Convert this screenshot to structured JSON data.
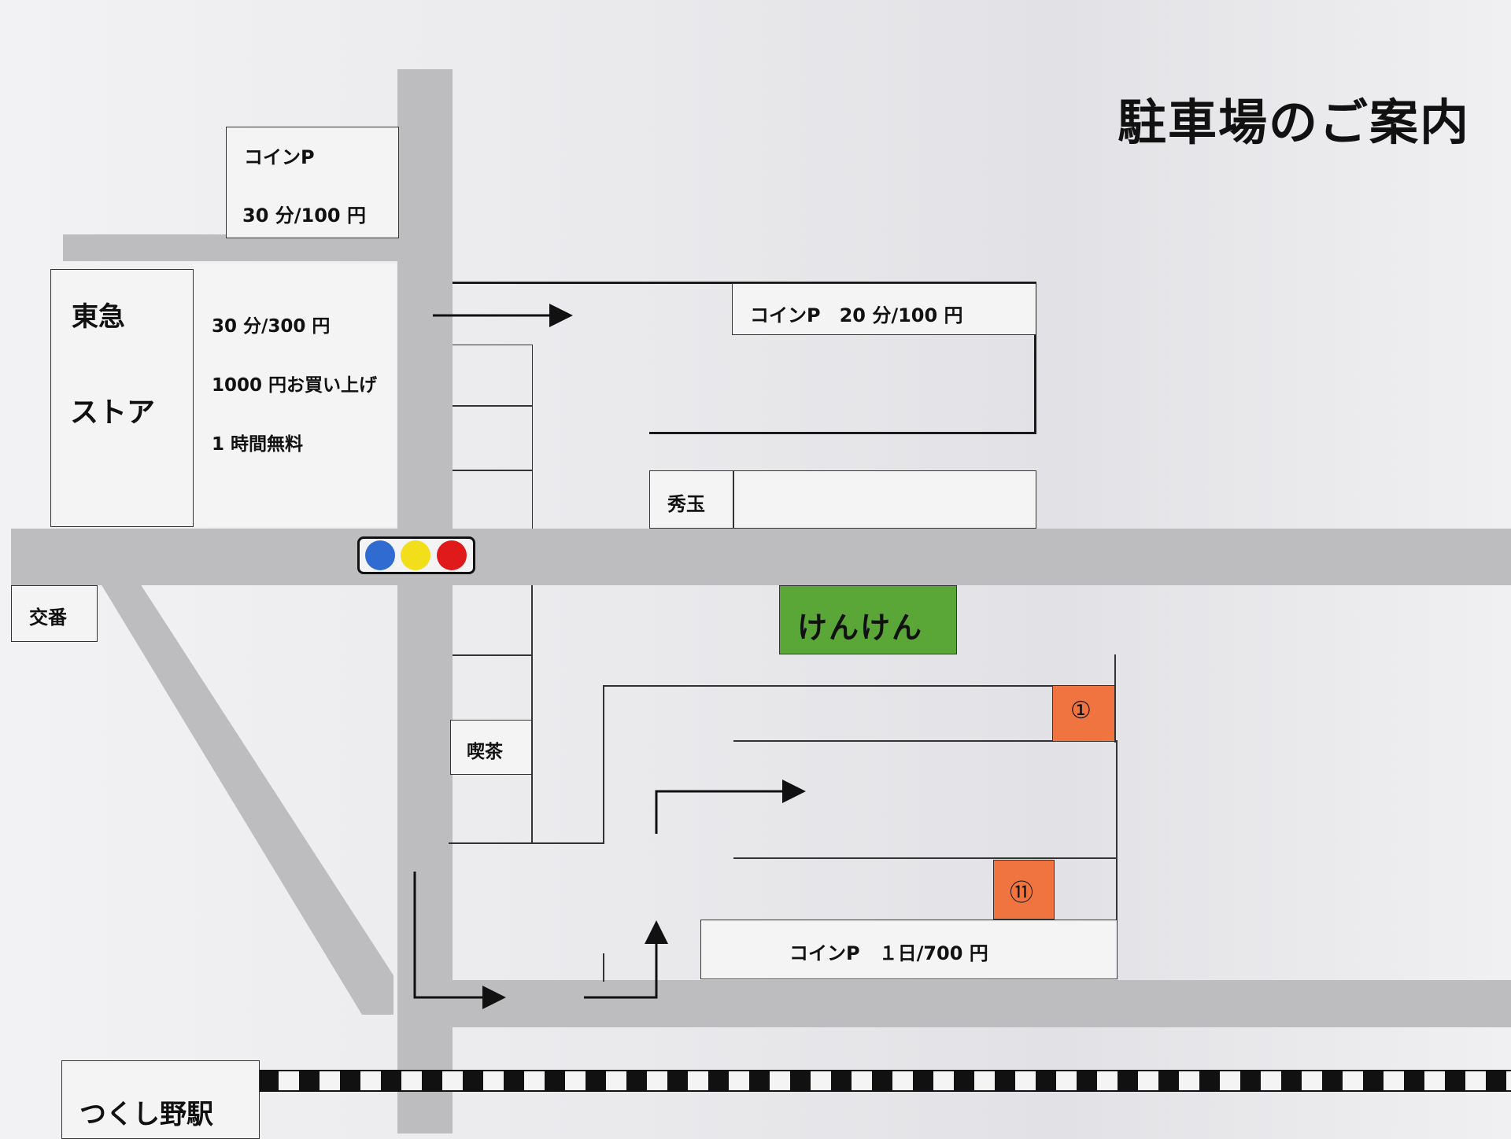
{
  "title": "駐車場のご案内",
  "coin_parking_top": {
    "name": "コインP",
    "rate": "30 分/100 円"
  },
  "tokyu_store": {
    "name_line1": "東急",
    "name_line2": "ストア"
  },
  "tokyu_note": {
    "line1": "30 分/300 円",
    "line2": "1000 円お買い上げ",
    "line3": "1 時間無料"
  },
  "coin_parking_right": {
    "label": "コインP　20 分/100 円"
  },
  "shugyoku": "秀玉",
  "koban": "交番",
  "kenken": "けんけん",
  "kissa": "喫茶",
  "parking_spaces": {
    "space1": "①",
    "space2": "⑪"
  },
  "coin_parking_bottom": {
    "label": "コインP　１日/700 円"
  },
  "station": "つくし野駅",
  "signal_colors": {
    "blue": "#2f6bd0",
    "yellow": "#f3de1c",
    "red": "#e01a1a"
  },
  "colors": {
    "kenken_bg": "#5aa637",
    "space_bg": "#f0743f",
    "road": "#bdbdbf"
  }
}
